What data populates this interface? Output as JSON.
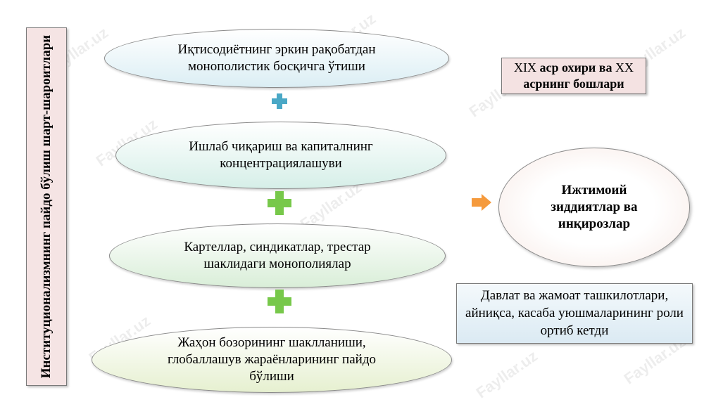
{
  "vertical_title": "Институционализмнинг пайдо бўлиш шарт-шароитлари",
  "steps": [
    "Иқтисодиётнинг эркин рақобатдан монополистик босқичга ўтиши",
    "Ишлаб чиқариш ва капиталнинг концентрациялашуви",
    "Картеллар, синдикатлар, трестар шаклидаги монополиялар",
    "Жаҳон бозорининг шаклланиши, глобаллашув жараёнларининг пайдо бўлиши"
  ],
  "period": {
    "part1": "XIX ",
    "part1_bold": "аср охири ва",
    "part2": " XX ",
    "part2_bold": "асрнинг бошлари"
  },
  "result": "Ижтимоий зиддиятлар ва инқирозлар",
  "note": "Давлат ва жамоат ташкилотлари, айниқса, касаба уюшмаларининг роли ортиб кетди",
  "watermark": "Fayllar.uz",
  "colors": {
    "plus_blue": "#4aa8c6",
    "plus_green": "#77c84a",
    "arrow_orange": "#f59a3c"
  }
}
